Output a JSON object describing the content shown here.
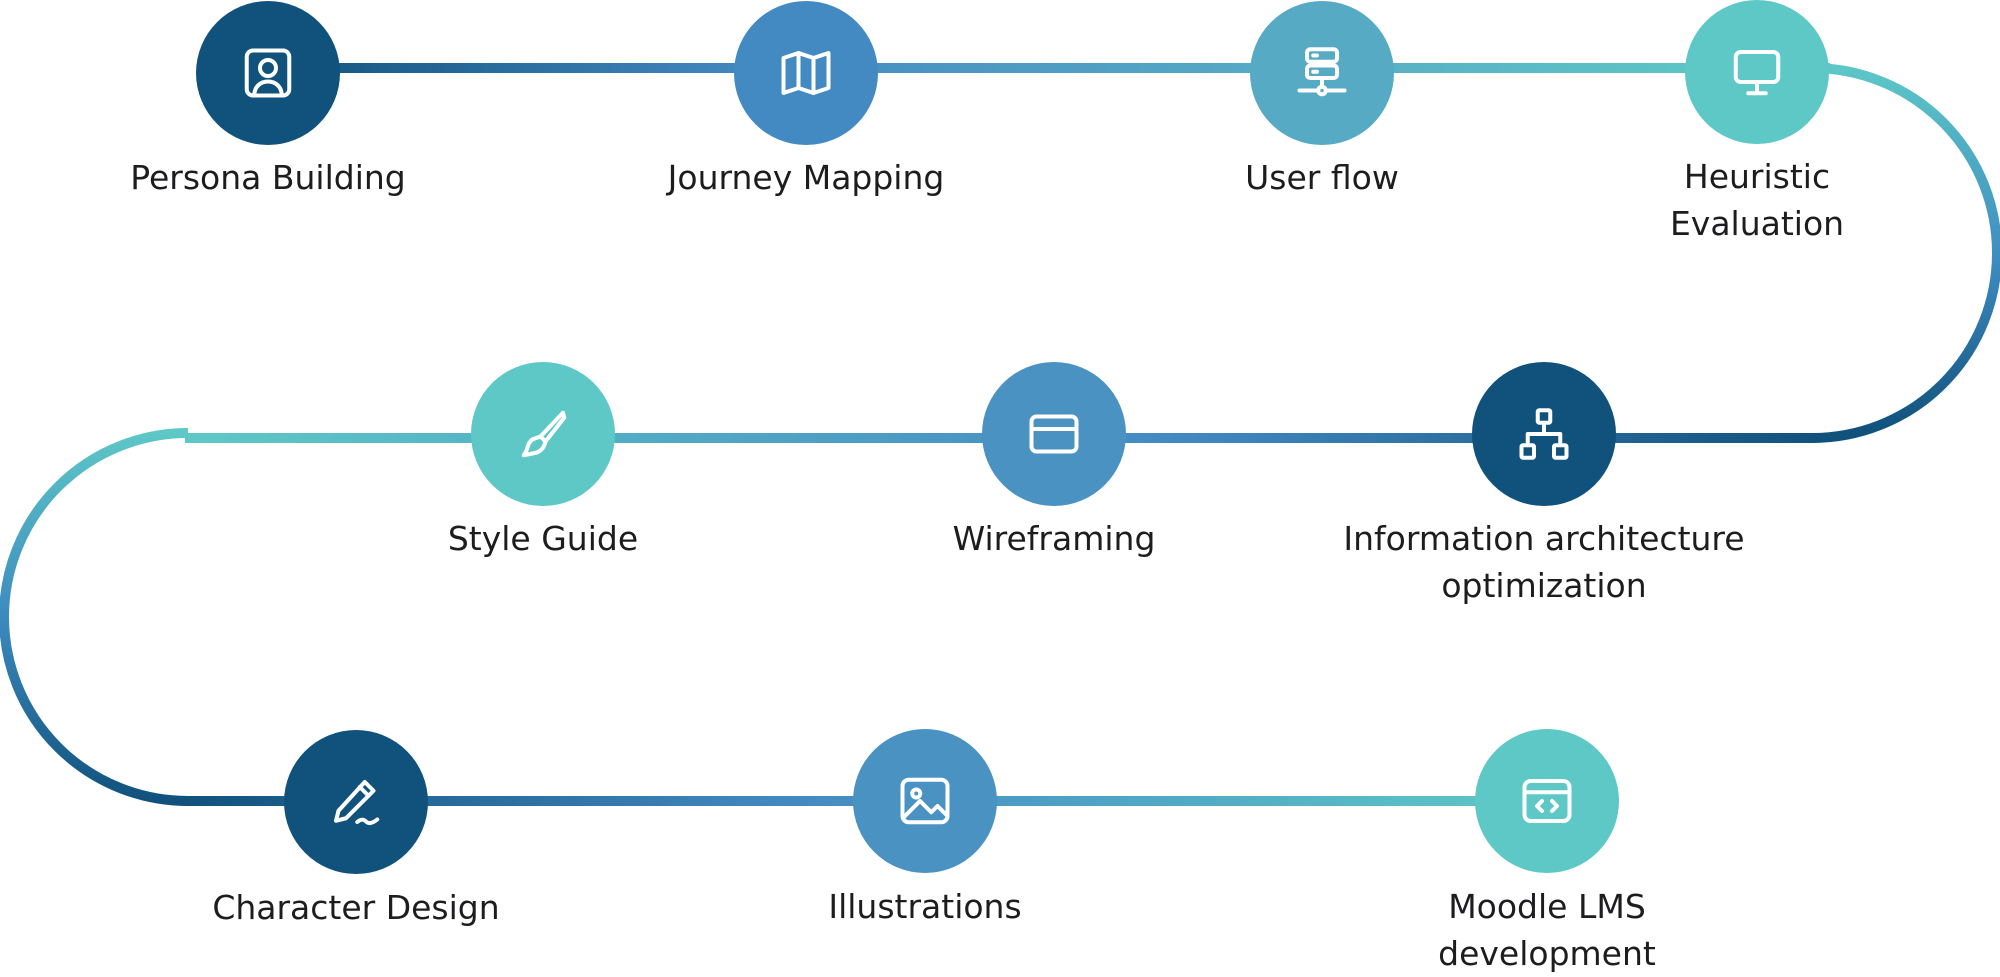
{
  "colors": {
    "dark": "#11527d",
    "mid": "#448ac2",
    "steel": "#4a92c2",
    "aqua": "#56aac4",
    "teal": "#5ec8c7"
  },
  "steps": [
    {
      "id": "persona-building",
      "label": "Persona Building",
      "icon": "user-portrait-icon",
      "color": "dark"
    },
    {
      "id": "journey-mapping",
      "label": "Journey Mapping",
      "icon": "map-icon",
      "color": "mid"
    },
    {
      "id": "user-flow",
      "label": "User flow",
      "icon": "server-network-icon",
      "color": "aqua"
    },
    {
      "id": "heuristic-evaluation",
      "label": "Heuristic\nEvaluation",
      "icon": "monitor-icon",
      "color": "teal"
    },
    {
      "id": "information-architecture",
      "label": "Information architecture\noptimization",
      "icon": "sitemap-icon",
      "color": "dark"
    },
    {
      "id": "wireframing",
      "label": "Wireframing",
      "icon": "wireframe-card-icon",
      "color": "steel"
    },
    {
      "id": "style-guide",
      "label": "Style Guide",
      "icon": "brush-icon",
      "color": "teal"
    },
    {
      "id": "character-design",
      "label": "Character Design",
      "icon": "pen-signature-icon",
      "color": "dark"
    },
    {
      "id": "illustrations",
      "label": "Illustrations",
      "icon": "image-icon",
      "color": "steel"
    },
    {
      "id": "moodle-lms",
      "label": "Moodle LMS\ndevelopment",
      "icon": "code-window-icon",
      "color": "teal"
    }
  ]
}
